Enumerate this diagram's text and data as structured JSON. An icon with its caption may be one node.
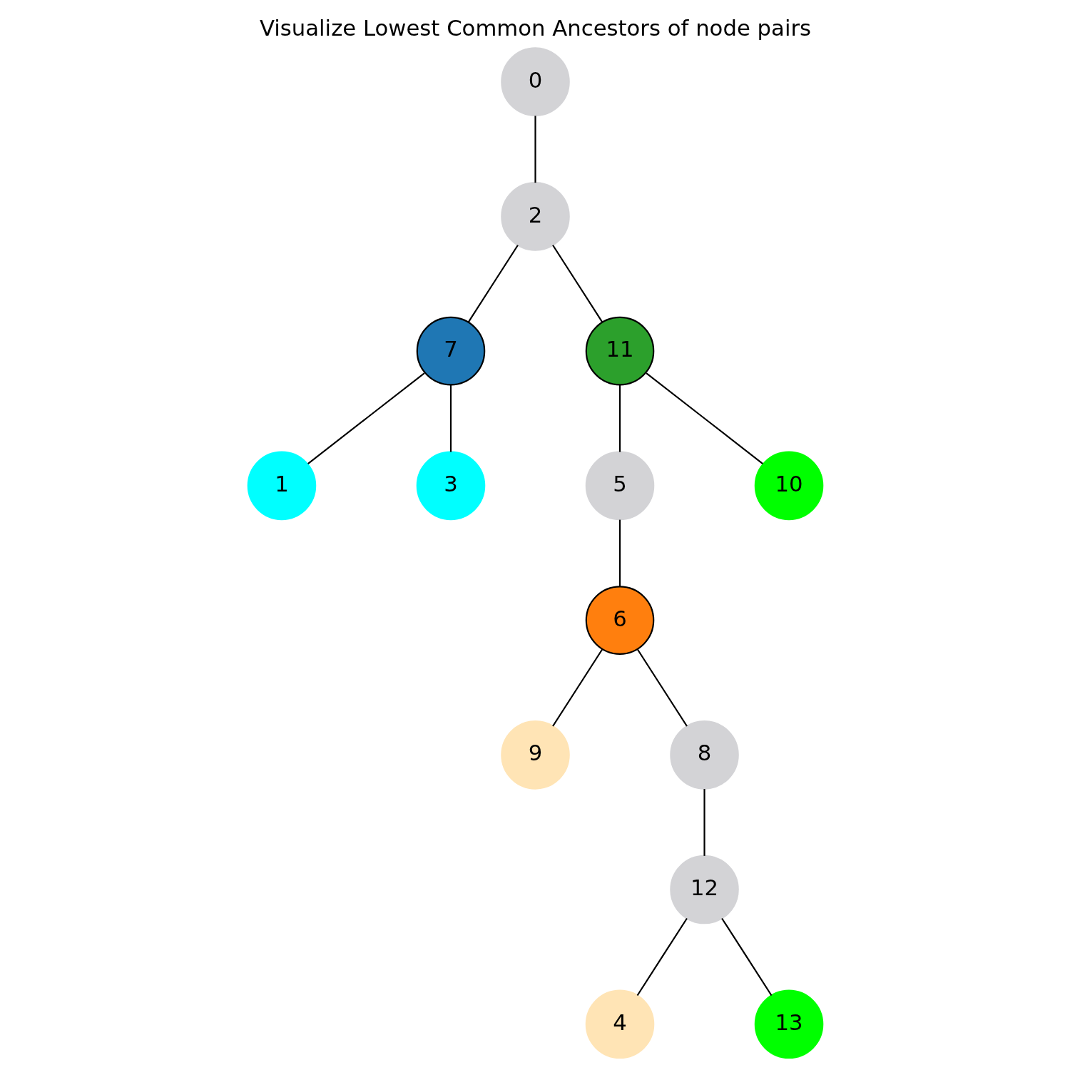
{
  "diagram": {
    "title": "Visualize Lowest Common Ancestors of node pairs",
    "nodes": [
      {
        "text": [
          "0"
        ]
      },
      {
        "text": [
          "2"
        ]
      },
      {
        "text": [
          "7"
        ]
      },
      {
        "text": [
          "11"
        ]
      },
      {
        "text": [
          "1"
        ]
      },
      {
        "text": [
          "3"
        ]
      },
      {
        "text": [
          "5"
        ]
      },
      {
        "text": [
          "10"
        ]
      },
      {
        "text": [
          "6"
        ]
      },
      {
        "text": [
          "9"
        ]
      },
      {
        "text": [
          "8"
        ]
      },
      {
        "text": [
          "12"
        ]
      },
      {
        "text": [
          "4"
        ]
      },
      {
        "text": [
          "13"
        ]
      }
    ],
    "edges": [
      {
        "from": 0,
        "to": 1,
        "arrow": "none"
      },
      {
        "from": 1,
        "to": 2,
        "arrow": "none"
      },
      {
        "from": 1,
        "to": 3,
        "arrow": "none"
      },
      {
        "from": 2,
        "to": 4,
        "arrow": "none"
      },
      {
        "from": 2,
        "to": 5,
        "arrow": "none"
      },
      {
        "from": 3,
        "to": 6,
        "arrow": "none"
      },
      {
        "from": 3,
        "to": 7,
        "arrow": "none"
      },
      {
        "from": 6,
        "to": 8,
        "arrow": "none"
      },
      {
        "from": 8,
        "to": 9,
        "arrow": "none"
      },
      {
        "from": 8,
        "to": 10,
        "arrow": "none"
      },
      {
        "from": 10,
        "to": 11,
        "arrow": "none"
      },
      {
        "from": 11,
        "to": 12,
        "arrow": "none"
      },
      {
        "from": 11,
        "to": 13,
        "arrow": "none"
      }
    ]
  }
}
